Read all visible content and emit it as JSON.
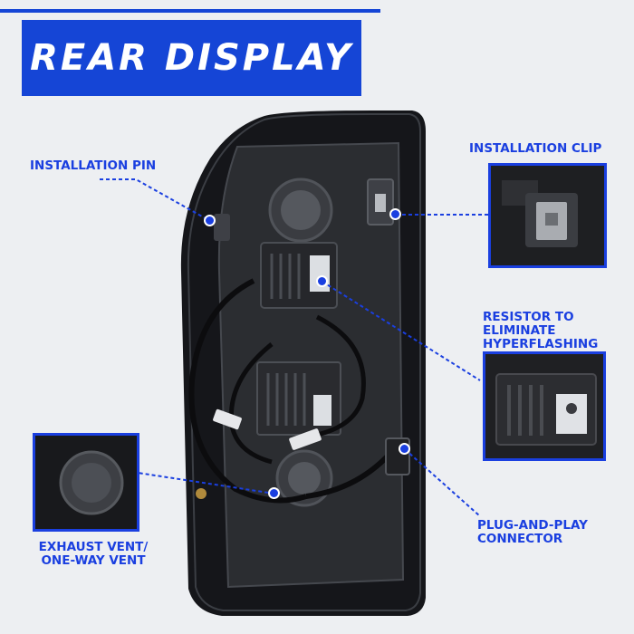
{
  "banner": {
    "title": "REAR DISPLAY"
  },
  "callouts": {
    "installation_pin": "INSTALLATION PIN",
    "installation_clip": "INSTALLATION CLIP",
    "resistor_line1": "RESISTOR TO",
    "resistor_line2": "ELIMINATE",
    "resistor_line3": "HYPERFLASHING",
    "exhaust_line1": "EXHAUST VENT/",
    "exhaust_line2": "ONE-WAY VENT",
    "connector_line1": "PLUG-AND-PLAY",
    "connector_line2": "CONNECTOR"
  },
  "colors": {
    "accent": "#1a3fe0",
    "banner": "#1545d6",
    "background": "#edeff2"
  }
}
